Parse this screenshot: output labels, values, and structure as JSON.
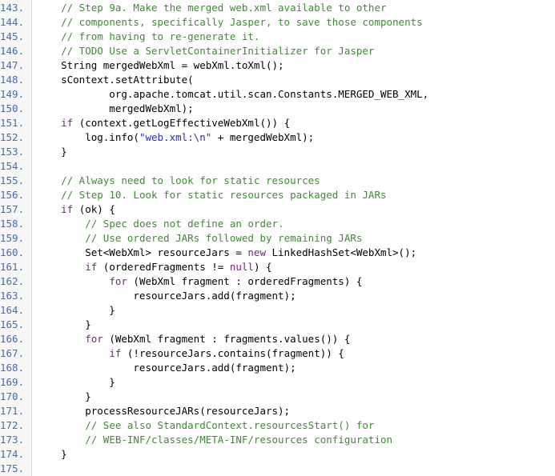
{
  "colors": {
    "comment": "#3b8e2f",
    "keyword": "#7b1f8b",
    "string": "#2a27c9",
    "text": "#000000",
    "line_number": "#3f6fb0"
  },
  "lines": [
    {
      "num": "143.",
      "segs": [
        {
          "t": "    ",
          "c": "txt"
        },
        {
          "t": "// Step 9a. Make the merged web.xml available to other",
          "c": "com"
        }
      ]
    },
    {
      "num": "144.",
      "segs": [
        {
          "t": "    ",
          "c": "txt"
        },
        {
          "t": "// components, specifically Jasper, to save those components",
          "c": "com"
        }
      ]
    },
    {
      "num": "145.",
      "segs": [
        {
          "t": "    ",
          "c": "txt"
        },
        {
          "t": "// from having to re-generate it.",
          "c": "com"
        }
      ]
    },
    {
      "num": "146.",
      "segs": [
        {
          "t": "    ",
          "c": "txt"
        },
        {
          "t": "// TODO Use a ServletContainerInitializer for Jasper",
          "c": "com"
        }
      ]
    },
    {
      "num": "147.",
      "segs": [
        {
          "t": "    String mergedWebXml = webXml.toXml();",
          "c": "txt"
        }
      ]
    },
    {
      "num": "148.",
      "segs": [
        {
          "t": "    sContext.setAttribute(",
          "c": "txt"
        }
      ]
    },
    {
      "num": "149.",
      "segs": [
        {
          "t": "            org.apache.tomcat.util.scan.Constants.MERGED_WEB_XML,",
          "c": "txt"
        }
      ]
    },
    {
      "num": "150.",
      "segs": [
        {
          "t": "            mergedWebXml);",
          "c": "txt"
        }
      ]
    },
    {
      "num": "151.",
      "segs": [
        {
          "t": "    ",
          "c": "txt"
        },
        {
          "t": "if",
          "c": "kw"
        },
        {
          "t": " (context.getLogEffectiveWebXml()) {",
          "c": "txt"
        }
      ]
    },
    {
      "num": "152.",
      "segs": [
        {
          "t": "        log.info(",
          "c": "txt"
        },
        {
          "t": "\"web.xml:\\n\"",
          "c": "str"
        },
        {
          "t": " + mergedWebXml);",
          "c": "txt"
        }
      ]
    },
    {
      "num": "153.",
      "segs": [
        {
          "t": "    }",
          "c": "txt"
        }
      ]
    },
    {
      "num": "154.",
      "segs": [
        {
          "t": "",
          "c": "txt"
        }
      ]
    },
    {
      "num": "155.",
      "segs": [
        {
          "t": "    ",
          "c": "txt"
        },
        {
          "t": "// Always need to look for static resources",
          "c": "com"
        }
      ]
    },
    {
      "num": "156.",
      "segs": [
        {
          "t": "    ",
          "c": "txt"
        },
        {
          "t": "// Step 10. Look for static resources packaged in JARs",
          "c": "com"
        }
      ]
    },
    {
      "num": "157.",
      "segs": [
        {
          "t": "    ",
          "c": "txt"
        },
        {
          "t": "if",
          "c": "kw"
        },
        {
          "t": " (ok) {",
          "c": "txt"
        }
      ]
    },
    {
      "num": "158.",
      "segs": [
        {
          "t": "        ",
          "c": "txt"
        },
        {
          "t": "// Spec does not define an order.",
          "c": "com"
        }
      ]
    },
    {
      "num": "159.",
      "segs": [
        {
          "t": "        ",
          "c": "txt"
        },
        {
          "t": "// Use ordered JARs followed by remaining JARs",
          "c": "com"
        }
      ]
    },
    {
      "num": "160.",
      "segs": [
        {
          "t": "        Set<WebXml> resourceJars = ",
          "c": "txt"
        },
        {
          "t": "new",
          "c": "kw"
        },
        {
          "t": " LinkedHashSet<WebXml>();",
          "c": "txt"
        }
      ]
    },
    {
      "num": "161.",
      "segs": [
        {
          "t": "        ",
          "c": "txt"
        },
        {
          "t": "if",
          "c": "kw"
        },
        {
          "t": " (orderedFragments != ",
          "c": "txt"
        },
        {
          "t": "null",
          "c": "kw"
        },
        {
          "t": ") {",
          "c": "txt"
        }
      ]
    },
    {
      "num": "162.",
      "segs": [
        {
          "t": "            ",
          "c": "txt"
        },
        {
          "t": "for",
          "c": "kw"
        },
        {
          "t": " (WebXml fragment : orderedFragments) {",
          "c": "txt"
        }
      ]
    },
    {
      "num": "163.",
      "segs": [
        {
          "t": "                resourceJars.add(fragment);",
          "c": "txt"
        }
      ]
    },
    {
      "num": "164.",
      "segs": [
        {
          "t": "            }",
          "c": "txt"
        }
      ]
    },
    {
      "num": "165.",
      "segs": [
        {
          "t": "        }",
          "c": "txt"
        }
      ]
    },
    {
      "num": "166.",
      "segs": [
        {
          "t": "        ",
          "c": "txt"
        },
        {
          "t": "for",
          "c": "kw"
        },
        {
          "t": " (WebXml fragment : fragments.values()) {",
          "c": "txt"
        }
      ]
    },
    {
      "num": "167.",
      "segs": [
        {
          "t": "            ",
          "c": "txt"
        },
        {
          "t": "if",
          "c": "kw"
        },
        {
          "t": " (!resourceJars.contains(fragment)) {",
          "c": "txt"
        }
      ]
    },
    {
      "num": "168.",
      "segs": [
        {
          "t": "                resourceJars.add(fragment);",
          "c": "txt"
        }
      ]
    },
    {
      "num": "169.",
      "segs": [
        {
          "t": "            }",
          "c": "txt"
        }
      ]
    },
    {
      "num": "170.",
      "segs": [
        {
          "t": "        }",
          "c": "txt"
        }
      ]
    },
    {
      "num": "171.",
      "segs": [
        {
          "t": "        processResourceJARs(resourceJars);",
          "c": "txt"
        }
      ]
    },
    {
      "num": "172.",
      "segs": [
        {
          "t": "        ",
          "c": "txt"
        },
        {
          "t": "// See also StandardContext.resourcesStart() for",
          "c": "com"
        }
      ]
    },
    {
      "num": "173.",
      "segs": [
        {
          "t": "        ",
          "c": "txt"
        },
        {
          "t": "// WEB-INF/classes/META-INF/resources configuration",
          "c": "com"
        }
      ]
    },
    {
      "num": "174.",
      "segs": [
        {
          "t": "    }",
          "c": "txt"
        }
      ]
    },
    {
      "num": "175.",
      "segs": [
        {
          "t": "",
          "c": "txt"
        }
      ]
    }
  ]
}
